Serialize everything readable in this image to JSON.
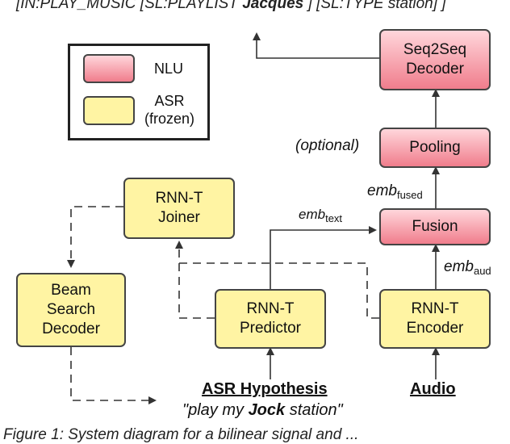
{
  "top_output": {
    "intent": "[IN:PLAY_MUSIC [SL:PLAYLIST ",
    "slot_value": "Jacques",
    "rest": " ] [SL:TYPE station] ]"
  },
  "legend": {
    "nlu_label": "NLU",
    "asr_label_1": "ASR",
    "asr_label_2": "(frozen)"
  },
  "boxes": {
    "seq2seq_1": "Seq2Seq",
    "seq2seq_2": "Decoder",
    "pooling": "Pooling",
    "fusion": "Fusion",
    "joiner_1": "RNN-T",
    "joiner_2": "Joiner",
    "predictor_1": "RNN-T",
    "predictor_2": "Predictor",
    "encoder_1": "RNN-T",
    "encoder_2": "Encoder",
    "beam_1": "Beam",
    "beam_2": "Search",
    "beam_3": "Decoder"
  },
  "labels": {
    "optional": "(optional)",
    "emb": "emb",
    "fused": "fused",
    "text": "text",
    "aud": "aud"
  },
  "inputs": {
    "asr_hypothesis": "ASR Hypothesis",
    "hyp_pre": "\"play my ",
    "hyp_bold": "Jock",
    "hyp_post": " station\"",
    "audio": "Audio"
  },
  "caption": "Figure 1: System diagram for a bilinear signal and ..."
}
